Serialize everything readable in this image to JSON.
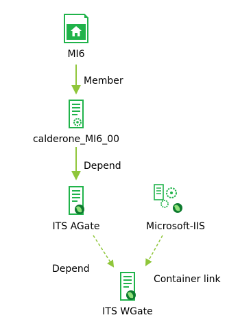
{
  "colors": {
    "edge": "#8fc63a",
    "icon_green": "#20b34a",
    "icon_dark_green": "#0d7a2e",
    "background": "#ffffff"
  },
  "nodes": {
    "mi6": {
      "label": "MI6",
      "icon": "home-document-icon"
    },
    "calderone": {
      "label": "calderone_MI6_00",
      "icon": "config-document-icon"
    },
    "its_agate": {
      "label": "ITS AGate",
      "icon": "web-document-icon"
    },
    "microsoft_iis": {
      "label": "Microsoft-IIS",
      "icon": "web-service-config-icon"
    },
    "its_wgate": {
      "label": "ITS WGate",
      "icon": "web-document-icon"
    }
  },
  "edges": {
    "member": {
      "label": "Member",
      "style": "solid"
    },
    "depend_1": {
      "label": "Depend",
      "style": "solid"
    },
    "depend_2": {
      "label": "Depend",
      "style": "dashed"
    },
    "container_link": {
      "label": "Container link",
      "style": "dashed"
    }
  }
}
